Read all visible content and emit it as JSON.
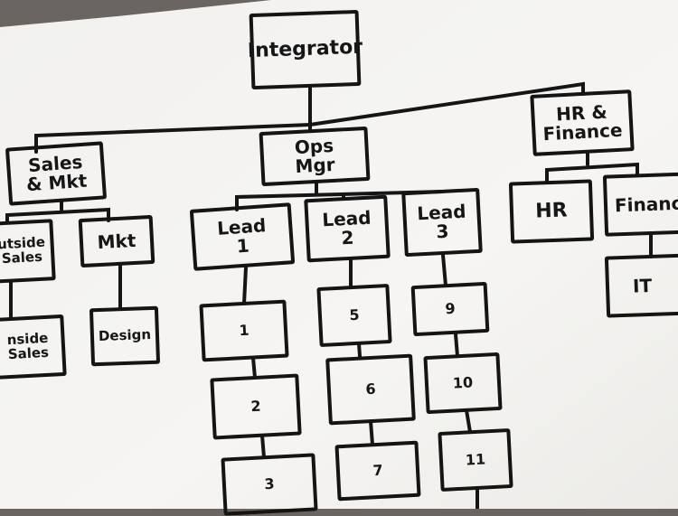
{
  "nodes": {
    "integrator": "Integrator",
    "ops_mgr": "Ops\nMgr",
    "hr_finance": "HR &\nFinance",
    "sales_mkt": "Sales\n& Mkt",
    "outside_sales": "utside\nSales",
    "mkt": "Mkt",
    "inside_sales": "nside\nSales",
    "design": "Design",
    "lead1": "Lead\n1",
    "lead2": "Lead\n2",
    "lead3": "Lead\n3",
    "hr": "HR",
    "finance": "Finance",
    "it": "IT",
    "n1": "1",
    "n2": "2",
    "n3": "3",
    "n5": "5",
    "n6": "6",
    "n7": "7",
    "n9": "9",
    "n10": "10",
    "n11": "11"
  },
  "colors": {
    "ink": "#151515",
    "paper": "#f4f3f1",
    "background": "#6a6560"
  }
}
